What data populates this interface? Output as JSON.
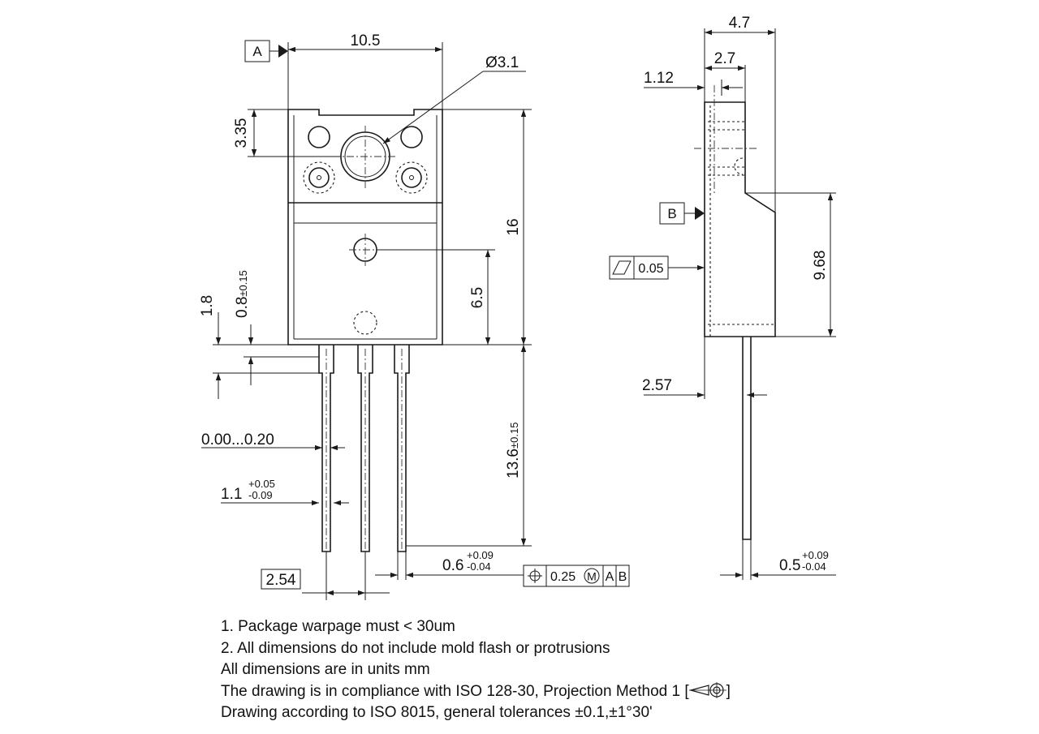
{
  "drawing": {
    "front_view": {
      "datum_a": "A",
      "width_label": "10.5",
      "hole_diameter_label": "Ø3.1",
      "top_to_hole_label": "3.35",
      "body_height_label": "16",
      "lower_hole_label": "6.5",
      "standoff_label": "1.8",
      "shoulder_label": "0.8",
      "shoulder_tol": "±0.15",
      "lead_length_label": "13.6",
      "lead_length_tol": "±0.15",
      "lead_offset_label": "0.00...0.20",
      "lead_width_label": "1.1",
      "lead_width_tol_plus": "+0.05",
      "lead_width_tol_minus": "-0.09",
      "pitch_label": "2.54",
      "lead_thickness_label": "0.6",
      "lead_thickness_tol_plus": "+0.09",
      "lead_thickness_tol_minus": "-0.04",
      "position_tolerance": {
        "symbol": "⌖",
        "value": "0.25",
        "modifier": "M",
        "datum1": "A",
        "datum2": "B"
      }
    },
    "side_view": {
      "total_thickness_label": "4.7",
      "tab_thickness_label": "2.7",
      "tab_offset_label": "1.12",
      "datum_b": "B",
      "flatness": {
        "symbol": "▱",
        "value": "0.05"
      },
      "body_height_label": "9.68",
      "lead_offset_label": "2.57",
      "lead_thickness_label": "0.5",
      "lead_thickness_tol_plus": "+0.09",
      "lead_thickness_tol_minus": "-0.04"
    }
  },
  "notes": {
    "line1": "1. Package warpage must < 30um",
    "line2": "2. All dimensions do not include mold flash or protrusions",
    "line3": "All dimensions are in units mm",
    "line4_text": "The drawing is in compliance with ISO 128-30, Projection Method 1 [",
    "line4_end": "]",
    "line5": "Drawing according to ISO 8015, general tolerances ±0.1,±1°30'",
    "projection_symbol_icon": "first-angle-projection-icon"
  }
}
